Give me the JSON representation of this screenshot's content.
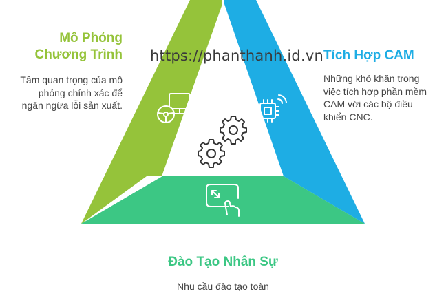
{
  "colors": {
    "green": "#95c33a",
    "blue": "#1eade4",
    "teal": "#3cc784",
    "white": "#ffffff",
    "gear": "#333333",
    "text": "#444444"
  },
  "sections": {
    "left": {
      "title": "Mô Phỏng\nChương Trình",
      "description": "Tầm quan trọng của mô\nphỏng chính xác để\nngăn ngừa lỗi sản xuất.",
      "icon": "monitor-steering-wheel-icon"
    },
    "right": {
      "title": "Tích Hợp CAM",
      "description": "Những khó khăn trong\nviệc tích hợp phần mềm\nCAM với các bộ điều\nkhiển CNC.",
      "icon": "chip-wireless-icon"
    },
    "bottom": {
      "title": "Đào Tạo Nhân Sự",
      "description": "Nhu cầu đào tạo toàn",
      "icon": "touch-expand-icon"
    }
  },
  "center": {
    "icon": "gears-icon"
  },
  "watermark": "https://phanthanh.id.vn"
}
